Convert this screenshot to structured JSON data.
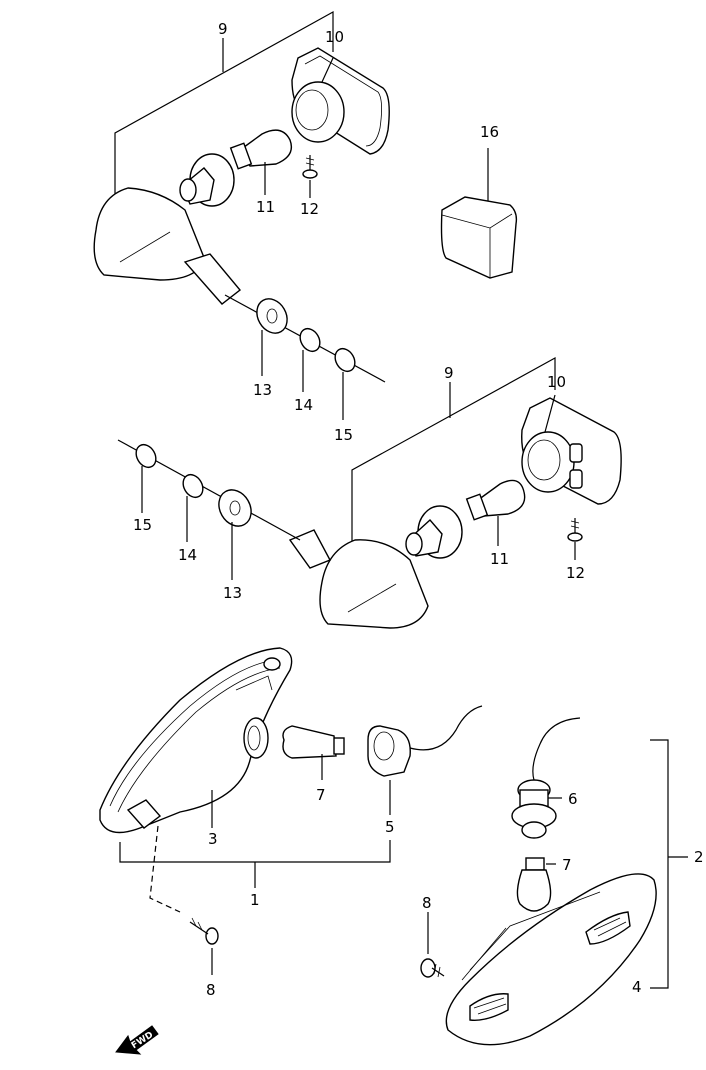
{
  "callouts": {
    "upper_left": {
      "n9": "9",
      "n10": "10",
      "n11": "11",
      "n12": "12",
      "n13": "13",
      "n14": "14",
      "n15": "15",
      "n16": "16"
    },
    "upper_right": {
      "n9": "9",
      "n10": "10",
      "n11": "11",
      "n12": "12",
      "n13": "13",
      "n14": "14",
      "n15": "15"
    },
    "lower": {
      "n1": "1",
      "n2": "2",
      "n3": "3",
      "n4": "4",
      "n5": "5",
      "n6a": "6",
      "n7a": "7",
      "n7b": "7",
      "n8a": "8",
      "n8b": "8"
    }
  },
  "fwd_label": "FWD"
}
